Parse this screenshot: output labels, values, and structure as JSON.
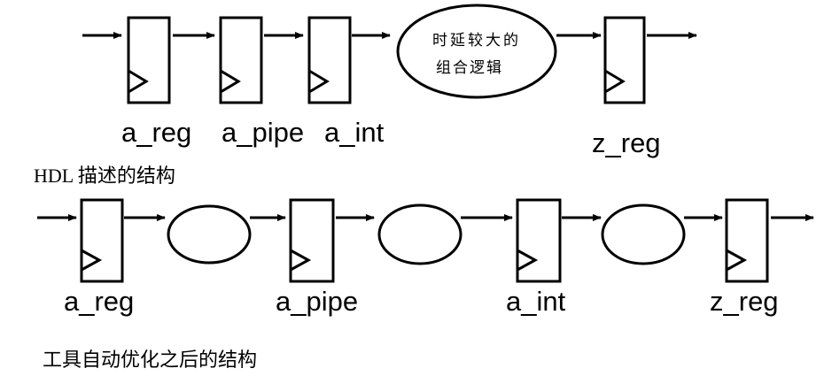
{
  "colors": {
    "stroke": "#000000",
    "background": "#ffffff"
  },
  "top_pipeline": {
    "register_labels": [
      "a_reg",
      "a_pipe",
      "a_int",
      "z_reg"
    ],
    "logic_cloud_text": [
      "时延较大的",
      "组合逻辑"
    ],
    "caption": "HDL 描述的结构"
  },
  "bottom_pipeline": {
    "register_labels": [
      "a_reg",
      "a_pipe",
      "a_int",
      "z_reg"
    ],
    "caption": "工具自动优化之后的结构"
  }
}
